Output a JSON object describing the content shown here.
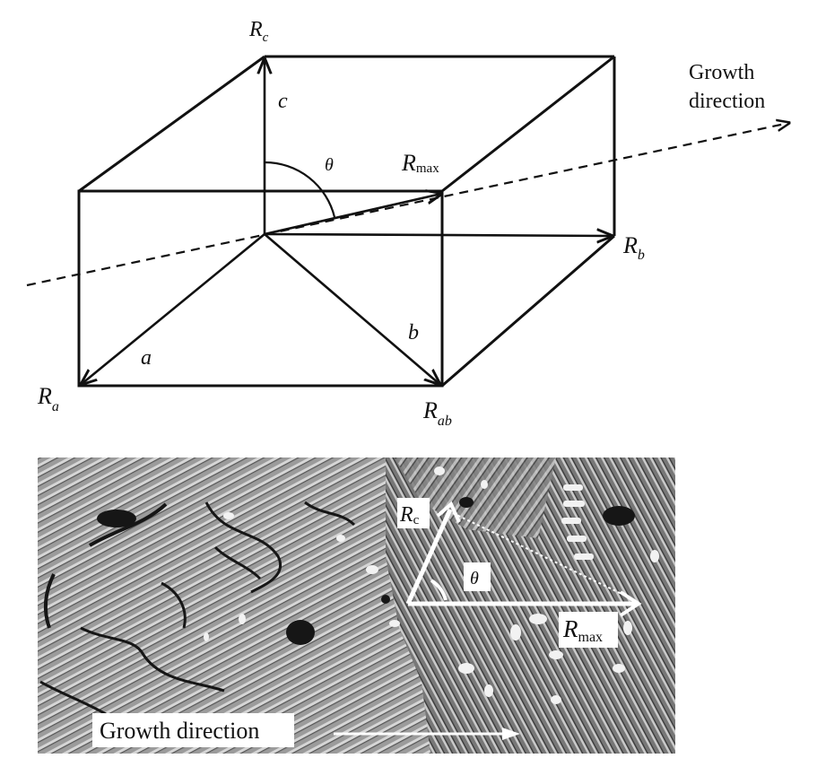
{
  "diagram": {
    "growth_direction_line1": "Growth",
    "growth_direction_line2": "direction",
    "label_Rc": "R",
    "label_Rc_sub": "c",
    "label_c": "c",
    "label_theta": "θ",
    "label_Rmax": "R",
    "label_Rmax_sub": "max",
    "label_Rb": "R",
    "label_Rb_sub": "b",
    "label_b": "b",
    "label_a": "a",
    "label_Ra": "R",
    "label_Ra_sub": "a",
    "label_Rab": "R",
    "label_Rab_sub": "ab"
  },
  "micrograph": {
    "label_Rc": "R",
    "label_Rc_sub": "c",
    "label_theta": "θ",
    "label_Rmax": "R",
    "label_Rmax_sub": "max",
    "growth_direction": "Growth direction"
  },
  "colors": {
    "line": "#111111",
    "micrograph_base": "#9a9a9a",
    "arrow_white": "#ffffff"
  }
}
